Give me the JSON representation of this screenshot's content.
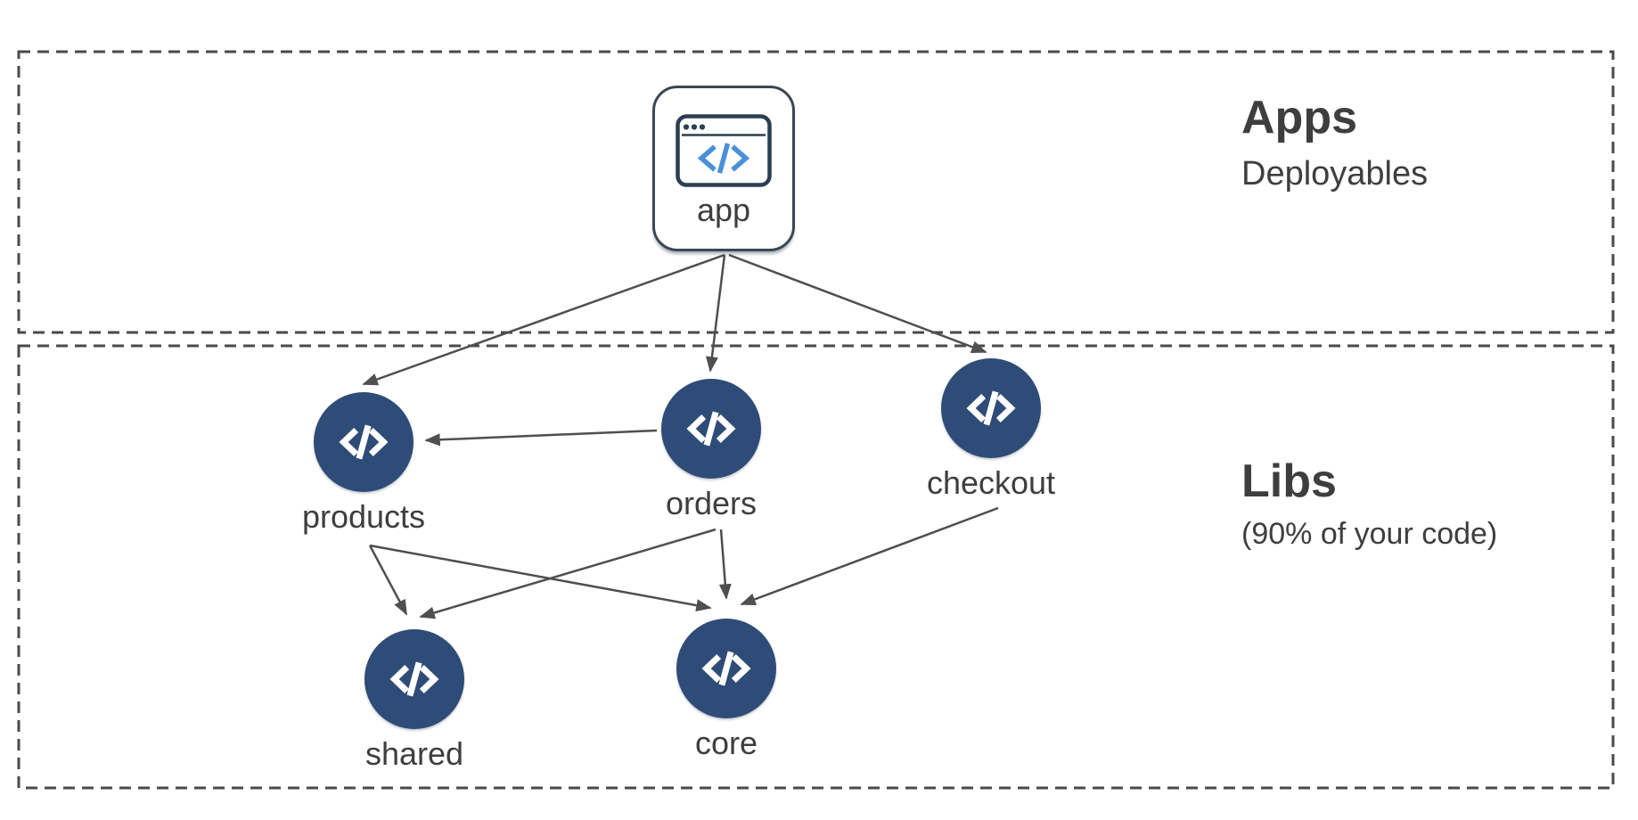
{
  "sections": {
    "apps": {
      "title": "Apps",
      "subtitle": "Deployables"
    },
    "libs": {
      "title": "Libs",
      "subtitle": "(90% of your code)"
    }
  },
  "diagram": {
    "app_node": {
      "id": "app",
      "label": "app",
      "icon": "browser-code-icon"
    },
    "lib_nodes": [
      {
        "id": "products",
        "label": "products",
        "icon": "code-icon"
      },
      {
        "id": "orders",
        "label": "orders",
        "icon": "code-icon"
      },
      {
        "id": "checkout",
        "label": "checkout",
        "icon": "code-icon"
      },
      {
        "id": "shared",
        "label": "shared",
        "icon": "code-icon"
      },
      {
        "id": "core",
        "label": "core",
        "icon": "code-icon"
      }
    ],
    "edges": [
      {
        "from": "app",
        "to": "products"
      },
      {
        "from": "app",
        "to": "orders"
      },
      {
        "from": "app",
        "to": "checkout"
      },
      {
        "from": "orders",
        "to": "products"
      },
      {
        "from": "products",
        "to": "shared"
      },
      {
        "from": "products",
        "to": "core"
      },
      {
        "from": "orders",
        "to": "shared"
      },
      {
        "from": "orders",
        "to": "core"
      },
      {
        "from": "checkout",
        "to": "core"
      }
    ],
    "colors": {
      "node_fill": "#2e4c77",
      "edge": "#4f4f4f",
      "section_border": "#4a4a4a",
      "text": "#3e3e3e",
      "app_icon_outline": "#2c3e52",
      "app_icon_code_blue": "#4a90d9"
    }
  }
}
